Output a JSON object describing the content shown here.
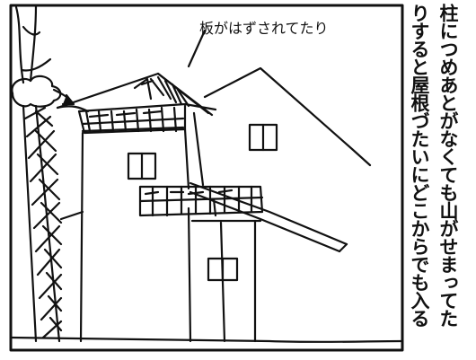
{
  "annotation": {
    "label": "板がはずされてたり"
  },
  "narration": {
    "line1": "柱につめあとがなくても山がせまってた",
    "line2": "りすると屋根づたいにどこからでも入る"
  },
  "colors": {
    "ink": "#111111",
    "paper": "#ffffff"
  }
}
